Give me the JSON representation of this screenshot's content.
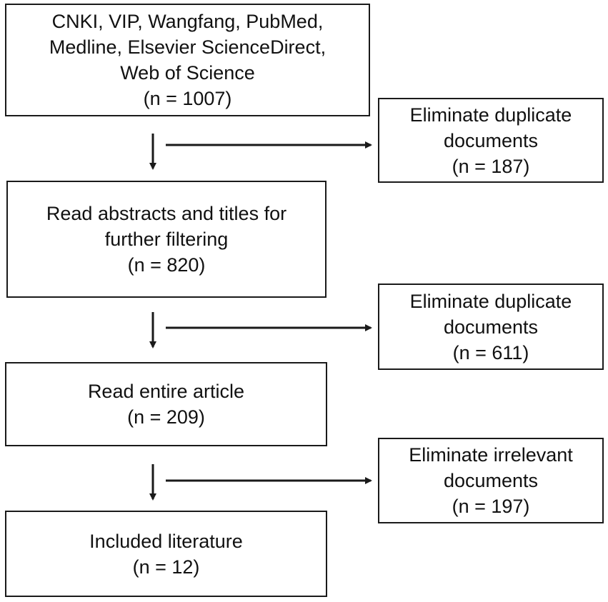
{
  "main_flow": [
    {
      "lines": [
        "CNKI, VIP, Wangfang, PubMed,",
        "Medline, Elsevier ScienceDirect,",
        "Web of Science",
        "(n = 1007)"
      ]
    },
    {
      "lines": [
        "Read abstracts and titles for",
        "further filtering",
        "(n = 820)"
      ]
    },
    {
      "lines": [
        "Read entire article",
        "(n = 209)"
      ]
    },
    {
      "lines": [
        "Included literature",
        "(n = 12)"
      ]
    }
  ],
  "exclusions": [
    {
      "lines": [
        "Eliminate duplicate",
        "documents",
        "(n = 187)"
      ]
    },
    {
      "lines": [
        "Eliminate duplicate",
        "documents",
        "(n = 611)"
      ]
    },
    {
      "lines": [
        "Eliminate irrelevant",
        "documents",
        "(n = 197)"
      ]
    }
  ],
  "colors": {
    "line": "#1a1a1a",
    "text": "#111111",
    "background": "#ffffff"
  }
}
